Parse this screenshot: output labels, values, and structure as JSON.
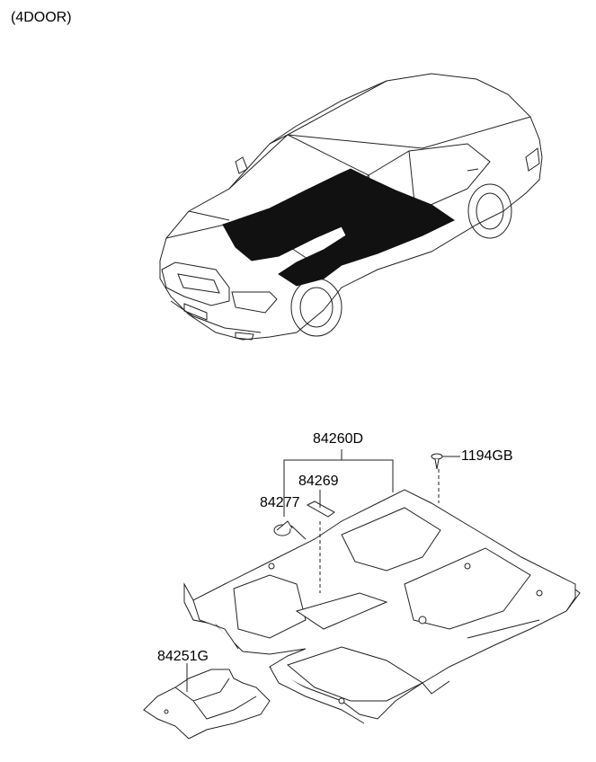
{
  "variant_label": "(4DOOR)",
  "parts": {
    "carpet_assembly": "84260D",
    "pad": "84269",
    "clip": "84277",
    "fastener": "1194GB",
    "rear_carpet": "84251G"
  }
}
